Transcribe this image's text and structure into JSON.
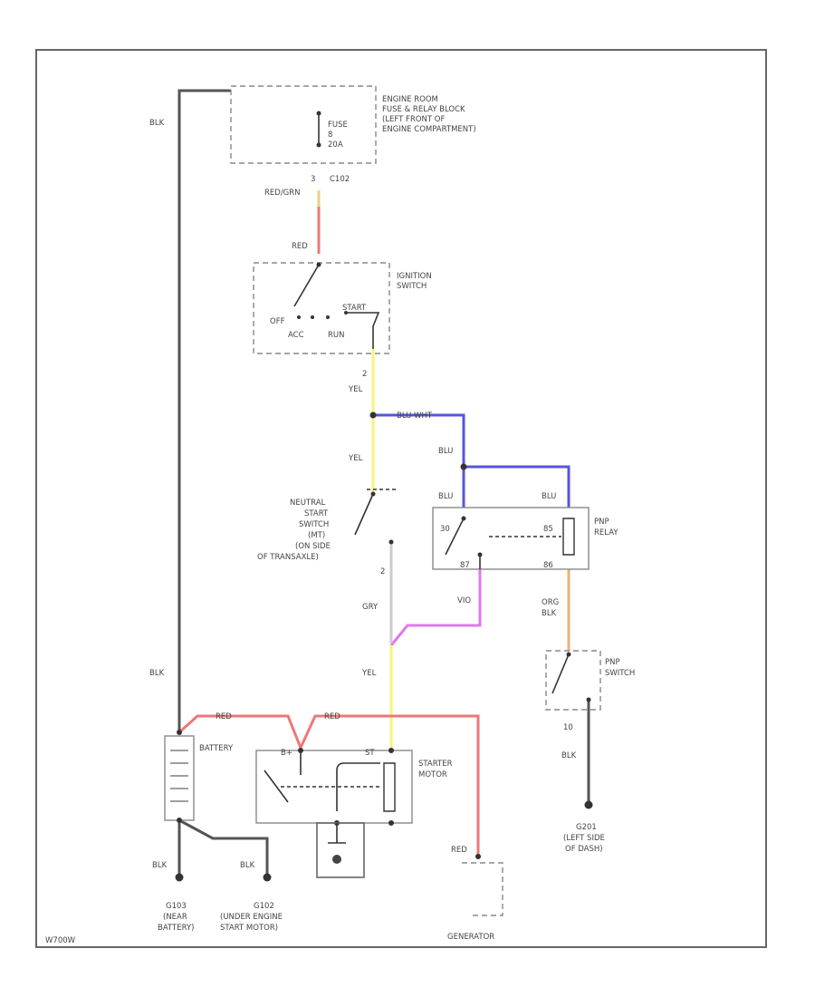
{
  "labels": {
    "fuse_block": [
      "ENGINE ROOM",
      "FUSE & RELAY BLOCK",
      "(LEFT FRONT OF",
      "ENGINE COMPARTMENT)"
    ],
    "fuse": [
      "FUSE",
      "8",
      "20A"
    ],
    "connector_c102": "C102",
    "pin_fuse": "3",
    "wire_red_grn": "RED/GRN",
    "wire_blk_left_top": "BLK",
    "wire_red_ign": "RED",
    "ignition_switch": [
      "IGNITION",
      "SWITCH"
    ],
    "ign_positions": {
      "off": "OFF",
      "acc": "ACC",
      "run": "RUN",
      "start": "START"
    },
    "pin_ign": "2",
    "wire_yel_1": "YEL",
    "wire_blu_wht": "BLU WHT",
    "wire_blu_1": "BLU",
    "wire_yel_2": "YEL",
    "wire_blu_2": "BLU",
    "wire_blu_3": "BLU",
    "neutral_switch": [
      "NEUTRAL",
      "START",
      "SWITCH",
      "(MT)",
      "(ON SIDE",
      "OF TRANSAXLE)"
    ],
    "relay": [
      "PNP",
      "RELAY"
    ],
    "relay_pins": {
      "p1": "30",
      "p2": "85",
      "p3": "87",
      "p4": "86"
    },
    "pin_nss": "2",
    "wire_gry": "GRY",
    "wire_vio": "VIO",
    "wire_org_blk": [
      "ORG",
      "BLK"
    ],
    "pnp_switch": [
      "PNP",
      "SWITCH"
    ],
    "pin_pnp": "10",
    "wire_blk_pnp": "BLK",
    "ground_g201": [
      "G201",
      "(LEFT SIDE",
      "OF DASH)"
    ],
    "wire_blk_left_bot": "BLK",
    "wire_yel_3": "YEL",
    "wire_red_1": "RED",
    "wire_red_2": "RED",
    "battery": "BATTERY",
    "starter": [
      "STARTER",
      "MOTOR"
    ],
    "starter_pins": {
      "b": "B+",
      "st": "ST"
    },
    "wire_blk_gnd1": "BLK",
    "wire_blk_gnd2": "BLK",
    "wire_red_gen": "RED",
    "ground_g103": [
      "G103",
      "(NEAR",
      "BATTERY)"
    ],
    "ground_g102": [
      "G102",
      "(UNDER ENGINE",
      "START MOTOR)"
    ],
    "generator": "GENERATOR",
    "figure_id": "W700W"
  },
  "colors": {
    "yellow_wire": "#f5f57a",
    "blue_wire": "#5555dd",
    "red_wire": "#ee7777",
    "violet_wire": "#e077ee",
    "orange_wire": "#f0b070",
    "black_wire": "#555555"
  }
}
